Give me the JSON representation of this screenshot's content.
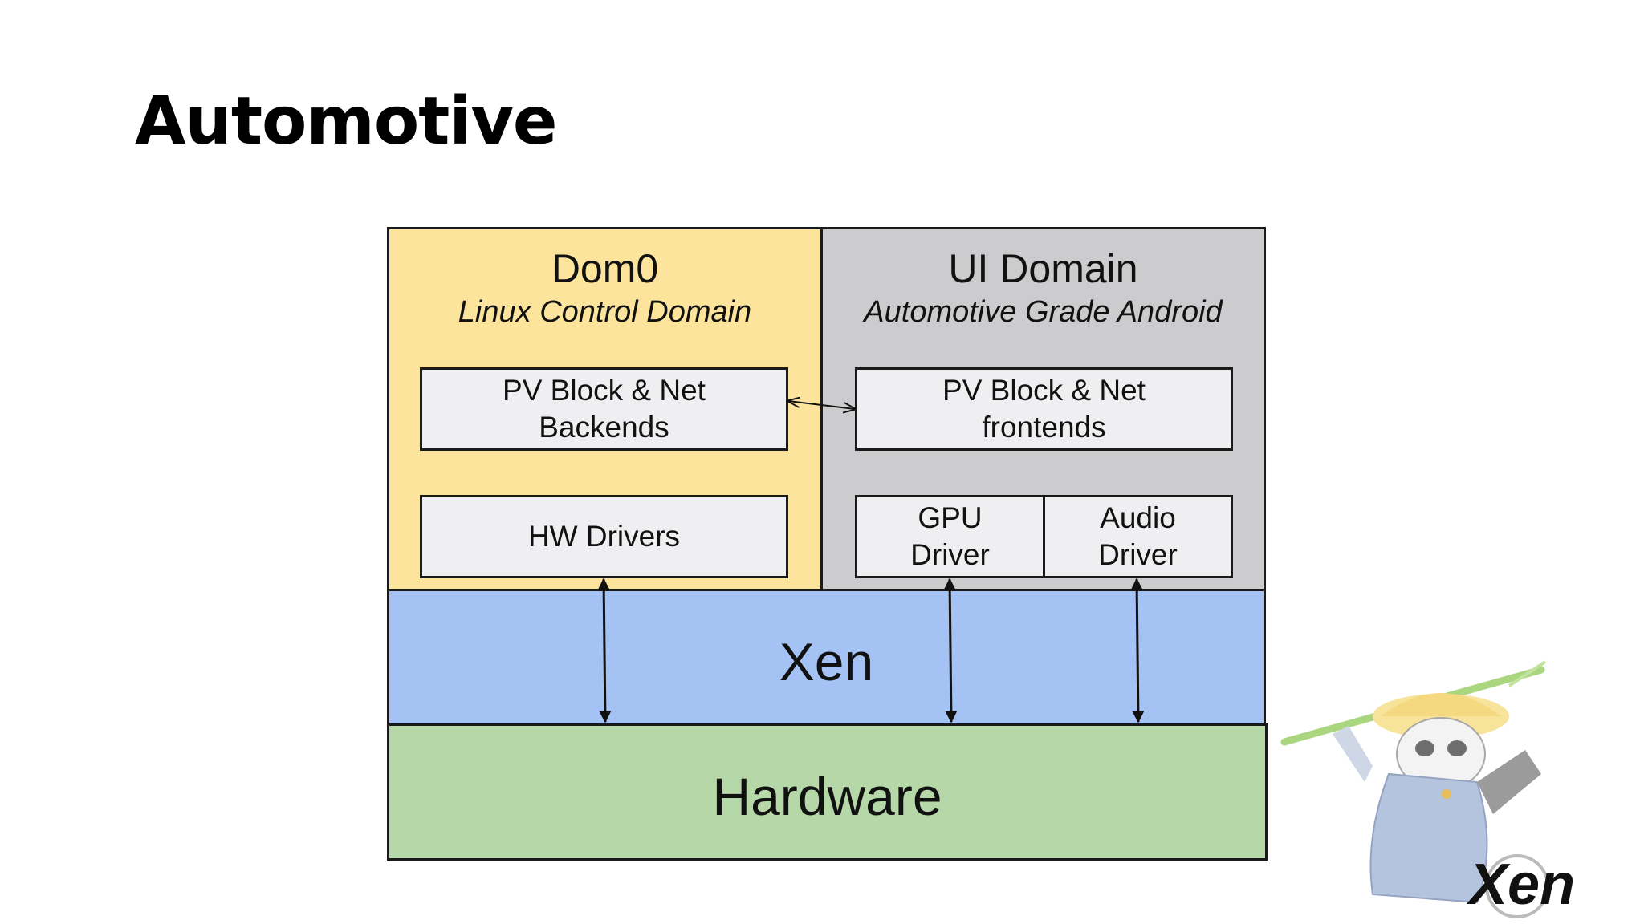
{
  "title": "Automotive",
  "dom0": {
    "title": "Dom0",
    "subtitle": "Linux Control Domain",
    "boxes": {
      "backends": "PV Block & Net\nBackends",
      "hw_drivers": "HW Drivers"
    }
  },
  "ui_domain": {
    "title": "UI Domain",
    "subtitle": "Automotive Grade Android",
    "boxes": {
      "frontends": "PV Block & Net\nfrontends",
      "gpu_driver": "GPU\nDriver",
      "audio_driver": "Audio\nDriver"
    }
  },
  "xen_layer": "Xen",
  "hardware_layer": "Hardware",
  "logo": {
    "text": "Xen",
    "mascot": "panda-mascot-icon"
  },
  "colors": {
    "dom0_bg": "#fce49c",
    "ui_domain_bg": "#cccbcd",
    "xen_bg": "#a4c2f4",
    "hardware_bg": "#b6d7a8",
    "box_bg": "#efeff1"
  }
}
